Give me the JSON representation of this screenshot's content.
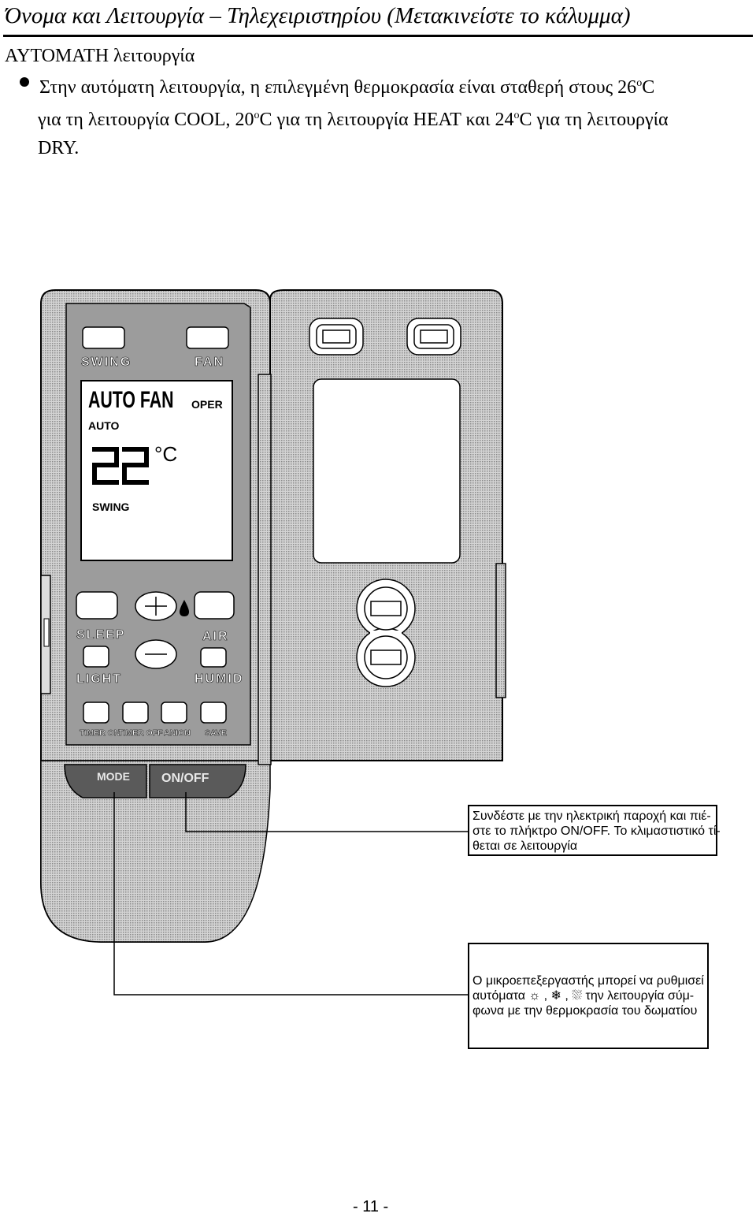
{
  "header": {
    "title": "Όνομα και Λειτουργία – Τηλεχειριστηρίου (Μετακινείστε το κάλυμμα)",
    "subheading": "AYTOMATH λειτουργία"
  },
  "paragraph": {
    "line1": "Στην αυτόματη λειτουργία, η επιλεγμένη θερμοκρασία είναι σταθερή στους 26",
    "line1_unit": "C",
    "line2a": "για τη λειτουργία COOL, 20",
    "line2b": "C για τη λειτουργία HEAT και 24",
    "line2c": "C για τη λειτουργία",
    "line3": "DRY.",
    "degree": "o"
  },
  "remote": {
    "buttons": {
      "swing": "SWING",
      "fan": "FAN",
      "sleep": "SLEEP",
      "air": "AIR",
      "light": "LIGHT",
      "humid": "HUMID",
      "timer_on": "TIMER ON",
      "timer_off": "TIMER OFF",
      "anion": "ANION",
      "save": "SAVE",
      "mode": "MODE",
      "on_off": "ON/OFF"
    },
    "display": {
      "fan_mode": "AUTO FAN",
      "oper": "OPER",
      "mode": "AUTO",
      "temperature": "22",
      "unit": "°C",
      "swing": "SWING"
    }
  },
  "callouts": {
    "onoff": {
      "line1": "Συνδέστε με την ηλεκτρική παροχή και πιέ-",
      "line2": "στε το πλήκτρο ON/OFF. Το κλιμαστιστικό τί-",
      "line3": "θεται σε λειτουργία"
    },
    "mode": {
      "line1": "Ο μικροεπεξεργαστής μπορεί να ρυθμισεί",
      "line2a": "αυτόματα",
      "line2b": "την λειτουργία σύμ-",
      "line3": "φωνα με την θερμοκρασία του δωματίου"
    }
  },
  "footer": {
    "page_number": "- 11 -"
  }
}
